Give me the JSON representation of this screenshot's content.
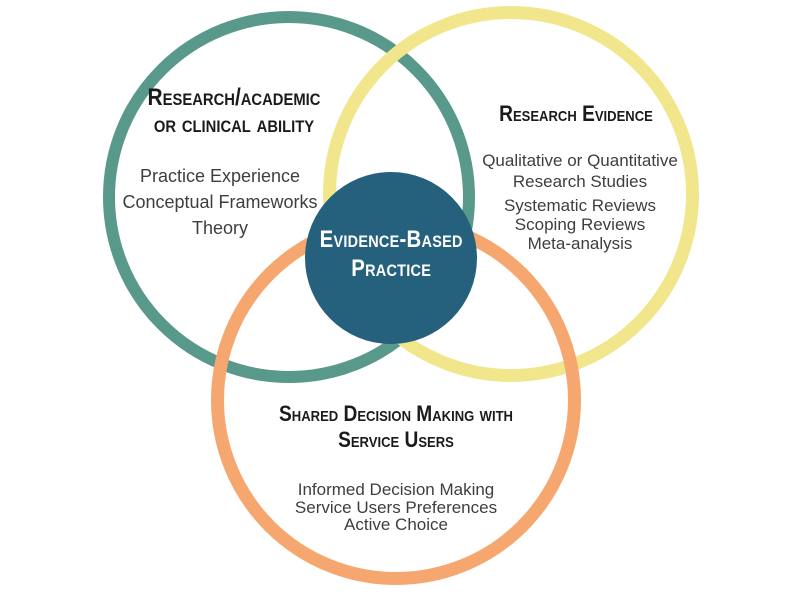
{
  "colors": {
    "background": "#FFFFFF",
    "teal_outline": "#58998B",
    "yellow_outline": "#F1E68C",
    "orange_outline": "#F6A76F",
    "center_fill": "#25617C",
    "center_text": "#FFFFFF",
    "heading_text": "#1B1B1B",
    "body_text": "#3E3E3E"
  },
  "diagram": {
    "center": {
      "lines": [
        "Evidence-Based",
        "Practice"
      ]
    },
    "circles": [
      {
        "heading_lines": [
          "Research/academic",
          "or clinical ability"
        ],
        "items": [
          "Practice Experience",
          "Conceptual Frameworks",
          "Theory"
        ],
        "outline_color": "#58998B"
      },
      {
        "heading_lines": [
          "Research Evidence"
        ],
        "items": [
          "Qualitative or Quantitative",
          "Research Studies",
          "Systematic Reviews",
          "Scoping Reviews",
          "Meta-analysis"
        ],
        "outline_color": "#F1E68C"
      },
      {
        "heading_lines": [
          "Shared Decision Making with",
          "Service Users"
        ],
        "items": [
          "Informed Decision Making",
          "Service Users Preferences",
          "Active Choice"
        ],
        "outline_color": "#F6A76F"
      }
    ]
  }
}
